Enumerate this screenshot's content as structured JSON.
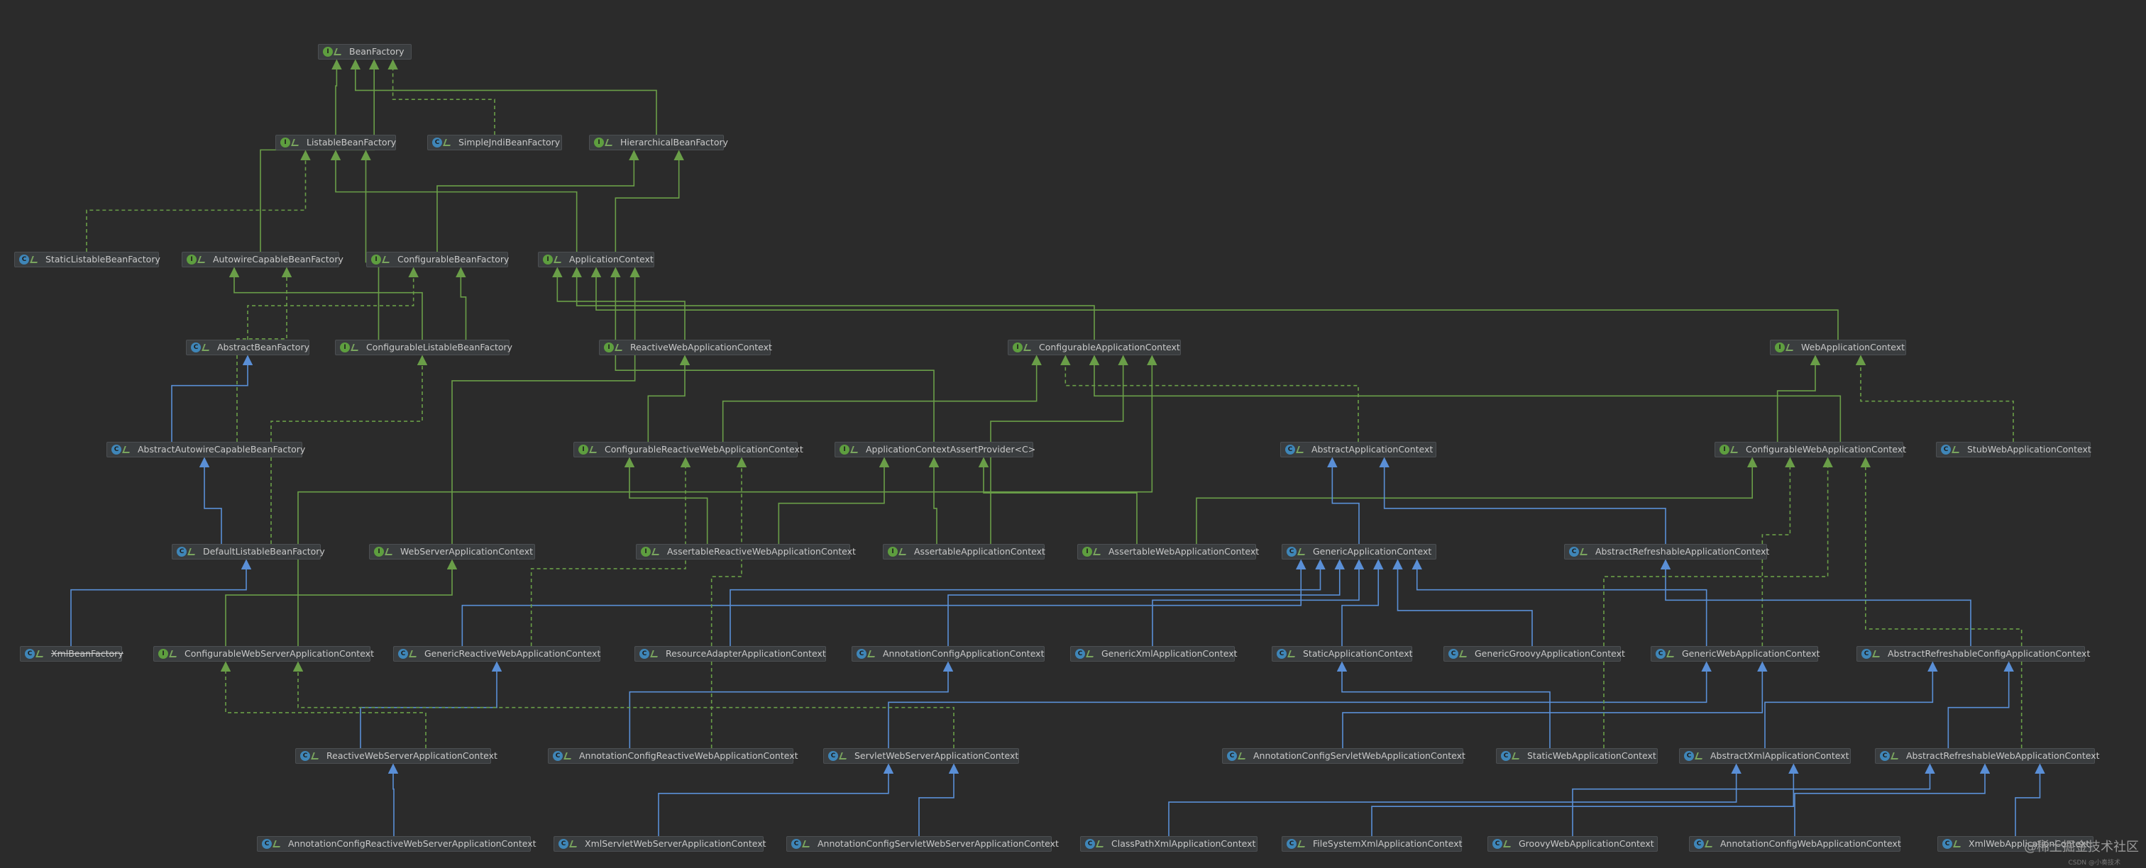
{
  "colors": {
    "background": "#2b2b2b",
    "extends_edge": "#5a8fd6",
    "implements_edge": "#6a9e48",
    "interface_icon": "#5e9e3f",
    "class_icon": "#3f86b8"
  },
  "nodes": [
    {
      "id": "BeanFactory",
      "label": "BeanFactory",
      "kind": "interface"
    },
    {
      "id": "ListableBeanFactory",
      "label": "ListableBeanFactory",
      "kind": "interface"
    },
    {
      "id": "SimpleJndiBeanFactory",
      "label": "SimpleJndiBeanFactory",
      "kind": "class"
    },
    {
      "id": "HierarchicalBeanFactory",
      "label": "HierarchicalBeanFactory",
      "kind": "interface"
    },
    {
      "id": "StaticListableBeanFactory",
      "label": "StaticListableBeanFactory",
      "kind": "class"
    },
    {
      "id": "AutowireCapableBeanFactory",
      "label": "AutowireCapableBeanFactory",
      "kind": "interface"
    },
    {
      "id": "ConfigurableBeanFactory",
      "label": "ConfigurableBeanFactory",
      "kind": "interface"
    },
    {
      "id": "ApplicationContext",
      "label": "ApplicationContext",
      "kind": "interface"
    },
    {
      "id": "AbstractBeanFactory",
      "label": "AbstractBeanFactory",
      "kind": "abstract"
    },
    {
      "id": "ConfigurableListableBeanFactory",
      "label": "ConfigurableListableBeanFactory",
      "kind": "interface"
    },
    {
      "id": "ReactiveWebApplicationContext",
      "label": "ReactiveWebApplicationContext",
      "kind": "interface"
    },
    {
      "id": "ConfigurableApplicationContext",
      "label": "ConfigurableApplicationContext",
      "kind": "interface"
    },
    {
      "id": "WebApplicationContext",
      "label": "WebApplicationContext",
      "kind": "interface"
    },
    {
      "id": "AbstractAutowireCapableBeanFactory",
      "label": "AbstractAutowireCapableBeanFactory",
      "kind": "abstract"
    },
    {
      "id": "ConfigurableReactiveWebApplicationContext",
      "label": "ConfigurableReactiveWebApplicationContext",
      "kind": "interface"
    },
    {
      "id": "ApplicationContextAssertProvider",
      "label": "ApplicationContextAssertProvider<C>",
      "kind": "interface"
    },
    {
      "id": "AbstractApplicationContext",
      "label": "AbstractApplicationContext",
      "kind": "abstract"
    },
    {
      "id": "ConfigurableWebApplicationContext",
      "label": "ConfigurableWebApplicationContext",
      "kind": "interface"
    },
    {
      "id": "StubWebApplicationContext",
      "label": "StubWebApplicationContext",
      "kind": "class"
    },
    {
      "id": "DefaultListableBeanFactory",
      "label": "DefaultListableBeanFactory",
      "kind": "class"
    },
    {
      "id": "WebServerApplicationContext",
      "label": "WebServerApplicationContext",
      "kind": "interface"
    },
    {
      "id": "AssertableReactiveWebApplicationContext",
      "label": "AssertableReactiveWebApplicationContext",
      "kind": "interface"
    },
    {
      "id": "AssertableApplicationContext",
      "label": "AssertableApplicationContext",
      "kind": "interface"
    },
    {
      "id": "AssertableWebApplicationContext",
      "label": "AssertableWebApplicationContext",
      "kind": "interface"
    },
    {
      "id": "GenericApplicationContext",
      "label": "GenericApplicationContext",
      "kind": "class"
    },
    {
      "id": "AbstractRefreshableApplicationContext",
      "label": "AbstractRefreshableApplicationContext",
      "kind": "abstract"
    },
    {
      "id": "XmlBeanFactory",
      "label": "XmlBeanFactory",
      "kind": "class",
      "deprecated": true
    },
    {
      "id": "ConfigurableWebServerApplicationContext",
      "label": "ConfigurableWebServerApplicationContext",
      "kind": "interface"
    },
    {
      "id": "GenericReactiveWebApplicationContext",
      "label": "GenericReactiveWebApplicationContext",
      "kind": "class"
    },
    {
      "id": "ResourceAdapterApplicationContext",
      "label": "ResourceAdapterApplicationContext",
      "kind": "class"
    },
    {
      "id": "AnnotationConfigApplicationContext",
      "label": "AnnotationConfigApplicationContext",
      "kind": "class"
    },
    {
      "id": "GenericXmlApplicationContext",
      "label": "GenericXmlApplicationContext",
      "kind": "class"
    },
    {
      "id": "StaticApplicationContext",
      "label": "StaticApplicationContext",
      "kind": "class"
    },
    {
      "id": "GenericGroovyApplicationContext",
      "label": "GenericGroovyApplicationContext",
      "kind": "class"
    },
    {
      "id": "GenericWebApplicationContext",
      "label": "GenericWebApplicationContext",
      "kind": "class"
    },
    {
      "id": "AbstractRefreshableConfigApplicationContext",
      "label": "AbstractRefreshableConfigApplicationContext",
      "kind": "abstract"
    },
    {
      "id": "ReactiveWebServerApplicationContext",
      "label": "ReactiveWebServerApplicationContext",
      "kind": "class"
    },
    {
      "id": "AnnotationConfigReactiveWebApplicationContext",
      "label": "AnnotationConfigReactiveWebApplicationContext",
      "kind": "class"
    },
    {
      "id": "ServletWebServerApplicationContext",
      "label": "ServletWebServerApplicationContext",
      "kind": "class"
    },
    {
      "id": "AnnotationConfigServletWebApplicationContext",
      "label": "AnnotationConfigServletWebApplicationContext",
      "kind": "class"
    },
    {
      "id": "StaticWebApplicationContext",
      "label": "StaticWebApplicationContext",
      "kind": "class"
    },
    {
      "id": "AbstractXmlApplicationContext",
      "label": "AbstractXmlApplicationContext",
      "kind": "abstract"
    },
    {
      "id": "AbstractRefreshableWebApplicationContext",
      "label": "AbstractRefreshableWebApplicationContext",
      "kind": "abstract"
    },
    {
      "id": "AnnotationConfigReactiveWebServerApplicationContext",
      "label": "AnnotationConfigReactiveWebServerApplicationContext",
      "kind": "class"
    },
    {
      "id": "XmlServletWebServerApplicationContext",
      "label": "XmlServletWebServerApplicationContext",
      "kind": "class"
    },
    {
      "id": "AnnotationConfigServletWebServerApplicationContext",
      "label": "AnnotationConfigServletWebServerApplicationContext",
      "kind": "class"
    },
    {
      "id": "ClassPathXmlApplicationContext",
      "label": "ClassPathXmlApplicationContext",
      "kind": "class"
    },
    {
      "id": "FileSystemXmlApplicationContext",
      "label": "FileSystemXmlApplicationContext",
      "kind": "class"
    },
    {
      "id": "GroovyWebApplicationContext",
      "label": "GroovyWebApplicationContext",
      "kind": "class"
    },
    {
      "id": "AnnotationConfigWebApplicationContext",
      "label": "AnnotationConfigWebApplicationContext",
      "kind": "class"
    },
    {
      "id": "XmlWebApplicationContext",
      "label": "XmlWebApplicationContext",
      "kind": "class"
    }
  ],
  "edges": [
    {
      "from": "ListableBeanFactory",
      "to": "BeanFactory",
      "type": "extends-interface"
    },
    {
      "from": "HierarchicalBeanFactory",
      "to": "BeanFactory",
      "type": "extends-interface"
    },
    {
      "from": "AutowireCapableBeanFactory",
      "to": "BeanFactory",
      "type": "extends-interface"
    },
    {
      "from": "SimpleJndiBeanFactory",
      "to": "BeanFactory",
      "type": "implements"
    },
    {
      "from": "StaticListableBeanFactory",
      "to": "ListableBeanFactory",
      "type": "implements"
    },
    {
      "from": "ConfigurableBeanFactory",
      "to": "HierarchicalBeanFactory",
      "type": "extends-interface"
    },
    {
      "from": "ApplicationContext",
      "to": "ListableBeanFactory",
      "type": "extends-interface"
    },
    {
      "from": "ApplicationContext",
      "to": "HierarchicalBeanFactory",
      "type": "extends-interface"
    },
    {
      "from": "AbstractBeanFactory",
      "to": "ConfigurableBeanFactory",
      "type": "implements"
    },
    {
      "from": "ConfigurableListableBeanFactory",
      "to": "ListableBeanFactory",
      "type": "extends-interface"
    },
    {
      "from": "ConfigurableListableBeanFactory",
      "to": "AutowireCapableBeanFactory",
      "type": "extends-interface"
    },
    {
      "from": "ConfigurableListableBeanFactory",
      "to": "ConfigurableBeanFactory",
      "type": "extends-interface"
    },
    {
      "from": "ReactiveWebApplicationContext",
      "to": "ApplicationContext",
      "type": "extends-interface"
    },
    {
      "from": "ConfigurableApplicationContext",
      "to": "ApplicationContext",
      "type": "extends-interface"
    },
    {
      "from": "WebApplicationContext",
      "to": "ApplicationContext",
      "type": "extends-interface"
    },
    {
      "from": "AbstractAutowireCapableBeanFactory",
      "to": "AbstractBeanFactory",
      "type": "extends"
    },
    {
      "from": "AbstractAutowireCapableBeanFactory",
      "to": "AutowireCapableBeanFactory",
      "type": "implements"
    },
    {
      "from": "ConfigurableReactiveWebApplicationContext",
      "to": "ReactiveWebApplicationContext",
      "type": "extends-interface"
    },
    {
      "from": "ConfigurableReactiveWebApplicationContext",
      "to": "ConfigurableApplicationContext",
      "type": "extends-interface"
    },
    {
      "from": "ApplicationContextAssertProvider",
      "to": "ApplicationContext",
      "type": "extends-interface"
    },
    {
      "from": "AbstractApplicationContext",
      "to": "ConfigurableApplicationContext",
      "type": "implements"
    },
    {
      "from": "ConfigurableWebApplicationContext",
      "to": "WebApplicationContext",
      "type": "extends-interface"
    },
    {
      "from": "ConfigurableWebApplicationContext",
      "to": "ConfigurableApplicationContext",
      "type": "extends-interface"
    },
    {
      "from": "StubWebApplicationContext",
      "to": "WebApplicationContext",
      "type": "implements"
    },
    {
      "from": "DefaultListableBeanFactory",
      "to": "AbstractAutowireCapableBeanFactory",
      "type": "extends"
    },
    {
      "from": "DefaultListableBeanFactory",
      "to": "ConfigurableListableBeanFactory",
      "type": "implements"
    },
    {
      "from": "WebServerApplicationContext",
      "to": "ApplicationContext",
      "type": "extends-interface"
    },
    {
      "from": "AssertableReactiveWebApplicationContext",
      "to": "ConfigurableReactiveWebApplicationContext",
      "type": "extends-interface"
    },
    {
      "from": "AssertableReactiveWebApplicationContext",
      "to": "ApplicationContextAssertProvider",
      "type": "extends-interface"
    },
    {
      "from": "AssertableApplicationContext",
      "to": "ApplicationContextAssertProvider",
      "type": "extends-interface"
    },
    {
      "from": "AssertableApplicationContext",
      "to": "ConfigurableApplicationContext",
      "type": "extends-interface"
    },
    {
      "from": "AssertableWebApplicationContext",
      "to": "ApplicationContextAssertProvider",
      "type": "extends-interface"
    },
    {
      "from": "AssertableWebApplicationContext",
      "to": "ConfigurableWebApplicationContext",
      "type": "extends-interface"
    },
    {
      "from": "GenericApplicationContext",
      "to": "AbstractApplicationContext",
      "type": "extends"
    },
    {
      "from": "AbstractRefreshableApplicationContext",
      "to": "AbstractApplicationContext",
      "type": "extends"
    },
    {
      "from": "XmlBeanFactory",
      "to": "DefaultListableBeanFactory",
      "type": "extends"
    },
    {
      "from": "ConfigurableWebServerApplicationContext",
      "to": "WebServerApplicationContext",
      "type": "extends-interface"
    },
    {
      "from": "ConfigurableWebServerApplicationContext",
      "to": "ConfigurableApplicationContext",
      "type": "extends-interface"
    },
    {
      "from": "GenericReactiveWebApplicationContext",
      "to": "GenericApplicationContext",
      "type": "extends"
    },
    {
      "from": "GenericReactiveWebApplicationContext",
      "to": "ConfigurableReactiveWebApplicationContext",
      "type": "implements"
    },
    {
      "from": "ResourceAdapterApplicationContext",
      "to": "GenericApplicationContext",
      "type": "extends"
    },
    {
      "from": "AnnotationConfigApplicationContext",
      "to": "GenericApplicationContext",
      "type": "extends"
    },
    {
      "from": "GenericXmlApplicationContext",
      "to": "GenericApplicationContext",
      "type": "extends"
    },
    {
      "from": "StaticApplicationContext",
      "to": "GenericApplicationContext",
      "type": "extends"
    },
    {
      "from": "GenericGroovyApplicationContext",
      "to": "GenericApplicationContext",
      "type": "extends"
    },
    {
      "from": "GenericWebApplicationContext",
      "to": "GenericApplicationContext",
      "type": "extends"
    },
    {
      "from": "GenericWebApplicationContext",
      "to": "ConfigurableWebApplicationContext",
      "type": "implements"
    },
    {
      "from": "AbstractRefreshableConfigApplicationContext",
      "to": "AbstractRefreshableApplicationContext",
      "type": "extends"
    },
    {
      "from": "ReactiveWebServerApplicationContext",
      "to": "GenericReactiveWebApplicationContext",
      "type": "extends"
    },
    {
      "from": "ReactiveWebServerApplicationContext",
      "to": "ConfigurableWebServerApplicationContext",
      "type": "implements"
    },
    {
      "from": "AnnotationConfigReactiveWebApplicationContext",
      "to": "AnnotationConfigApplicationContext",
      "type": "extends"
    },
    {
      "from": "AnnotationConfigReactiveWebApplicationContext",
      "to": "ConfigurableReactiveWebApplicationContext",
      "type": "implements"
    },
    {
      "from": "ServletWebServerApplicationContext",
      "to": "GenericWebApplicationContext",
      "type": "extends"
    },
    {
      "from": "ServletWebServerApplicationContext",
      "to": "ConfigurableWebServerApplicationContext",
      "type": "implements"
    },
    {
      "from": "AnnotationConfigServletWebApplicationContext",
      "to": "GenericWebApplicationContext",
      "type": "extends"
    },
    {
      "from": "StaticWebApplicationContext",
      "to": "StaticApplicationContext",
      "type": "extends"
    },
    {
      "from": "StaticWebApplicationContext",
      "to": "ConfigurableWebApplicationContext",
      "type": "implements"
    },
    {
      "from": "AbstractXmlApplicationContext",
      "to": "AbstractRefreshableConfigApplicationContext",
      "type": "extends"
    },
    {
      "from": "AbstractRefreshableWebApplicationContext",
      "to": "AbstractRefreshableConfigApplicationContext",
      "type": "extends"
    },
    {
      "from": "AbstractRefreshableWebApplicationContext",
      "to": "ConfigurableWebApplicationContext",
      "type": "implements"
    },
    {
      "from": "AnnotationConfigReactiveWebServerApplicationContext",
      "to": "ReactiveWebServerApplicationContext",
      "type": "extends"
    },
    {
      "from": "XmlServletWebServerApplicationContext",
      "to": "ServletWebServerApplicationContext",
      "type": "extends"
    },
    {
      "from": "AnnotationConfigServletWebServerApplicationContext",
      "to": "ServletWebServerApplicationContext",
      "type": "extends"
    },
    {
      "from": "ClassPathXmlApplicationContext",
      "to": "AbstractXmlApplicationContext",
      "type": "extends"
    },
    {
      "from": "FileSystemXmlApplicationContext",
      "to": "AbstractXmlApplicationContext",
      "type": "extends"
    },
    {
      "from": "GroovyWebApplicationContext",
      "to": "AbstractRefreshableWebApplicationContext",
      "type": "extends"
    },
    {
      "from": "AnnotationConfigWebApplicationContext",
      "to": "AbstractRefreshableWebApplicationContext",
      "type": "extends"
    },
    {
      "from": "XmlWebApplicationContext",
      "to": "AbstractRefreshableWebApplicationContext",
      "type": "extends"
    }
  ],
  "watermark": {
    "text": "@稀土掘金技术社区",
    "sub": "CSDN @小奏技术"
  }
}
